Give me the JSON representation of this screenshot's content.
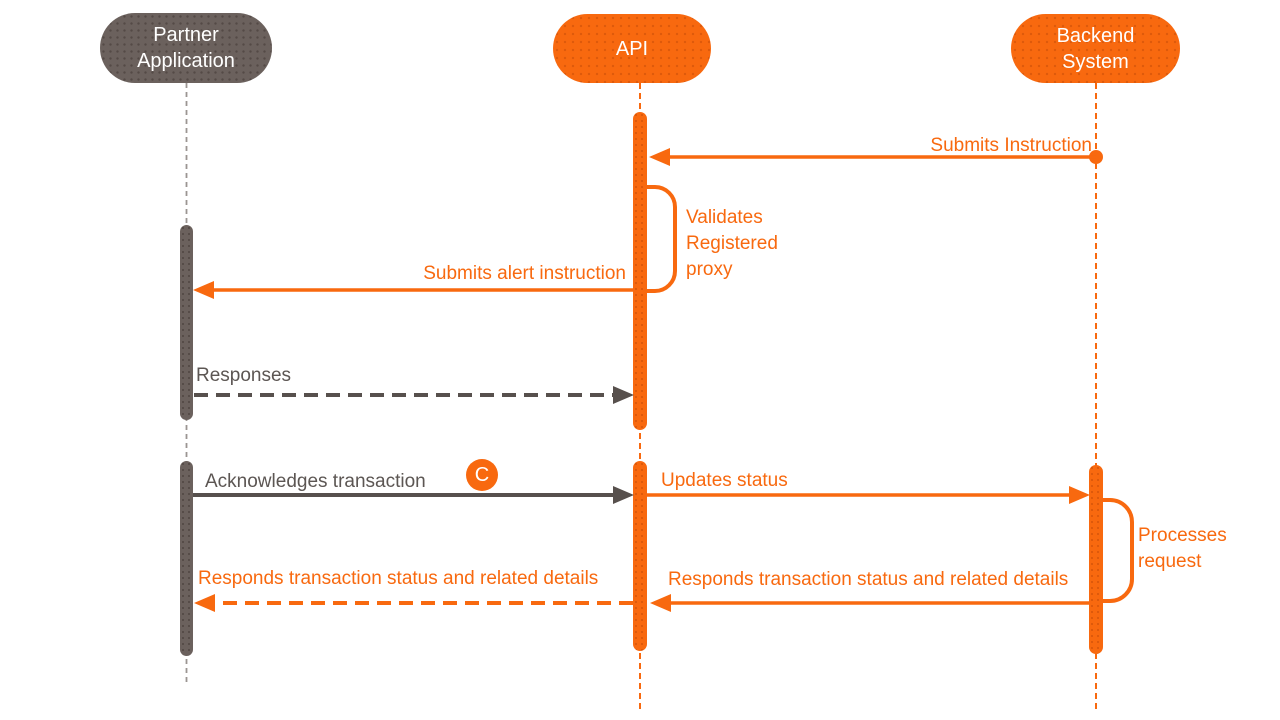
{
  "colors": {
    "orange": "#F8690F",
    "gray_fill": "#6B615D",
    "gray_line": "#9B9592",
    "gray_text": "#5C5653",
    "arrow_gray": "#57504D",
    "white": "#FFFFFF"
  },
  "participants": [
    {
      "id": "partner",
      "label": "Partner Application",
      "style": "gray"
    },
    {
      "id": "api",
      "label": "API",
      "style": "orange"
    },
    {
      "id": "backend",
      "label": "Backend System",
      "style": "orange"
    }
  ],
  "messages": {
    "submits_instruction": "Submits Instruction",
    "validates_proxy": "Validates Registered proxy",
    "submits_alert": "Submits alert instruction",
    "responses": "Responses",
    "acknowledges": "Acknowledges transaction",
    "badge_c": "C",
    "updates_status": "Updates status",
    "processes_request": "Processes request",
    "responds_right": "Responds transaction status and related details",
    "responds_left": "Responds transaction status and related details"
  }
}
